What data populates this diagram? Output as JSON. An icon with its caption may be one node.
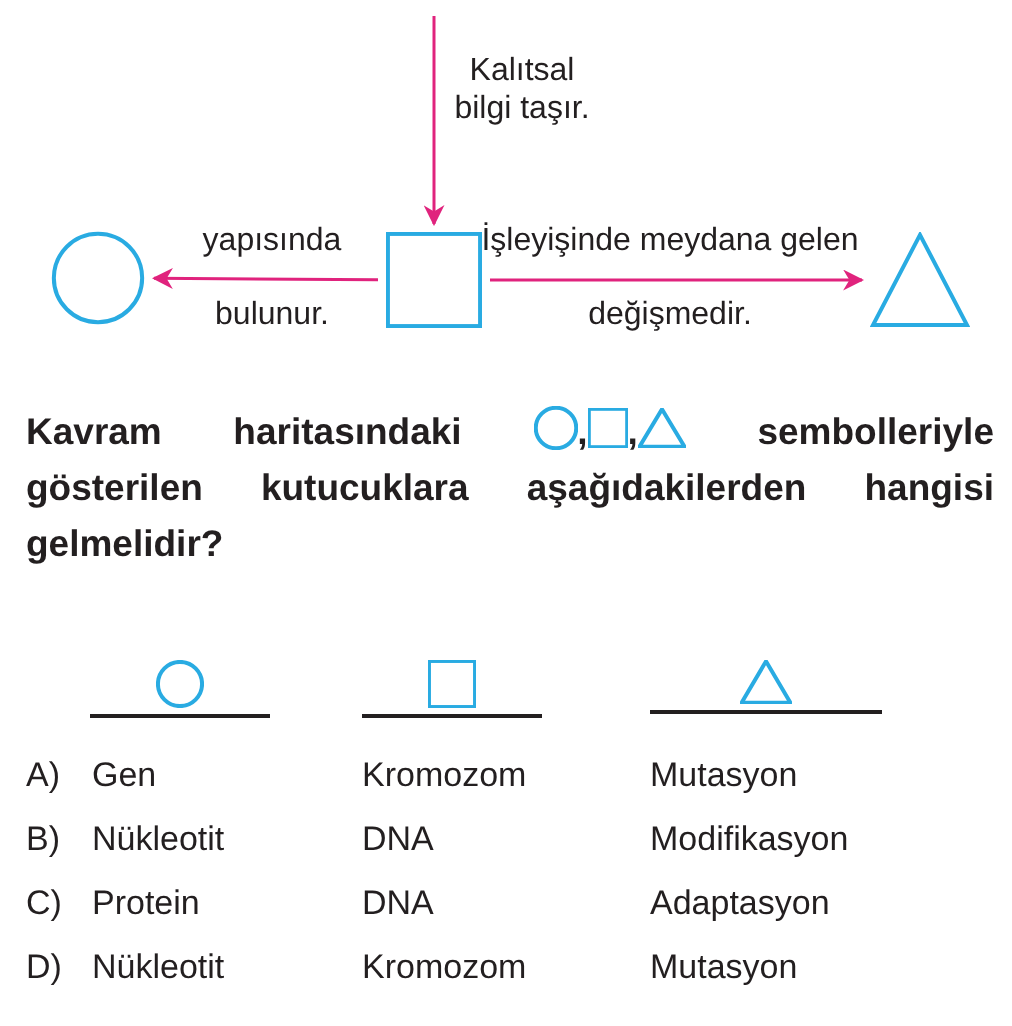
{
  "diagram": {
    "nodes": [
      {
        "text": [],
        "shape": "circle"
      },
      {
        "text": [],
        "shape": "box"
      },
      {
        "text": [],
        "shape": "triangle"
      }
    ],
    "edges": [
      {
        "from": null,
        "to": 1,
        "arrow": "to",
        "label": "Kalıtsal bilgi taşır."
      },
      {
        "from": 1,
        "to": 0,
        "arrow": "to",
        "label": "yapısında bulunur."
      },
      {
        "from": 1,
        "to": 2,
        "arrow": "to",
        "label": "İşleyişinde meydana gelen değişmedir."
      }
    ],
    "labels": [
      "Kavram haritasındaki",
      ",",
      ",",
      "sembolleriyle gösterilen kutucuklara aşağıdakilerden hangisi gelmelidir?",
      "A)",
      "Gen",
      "Kromozom",
      "Mutasyon",
      "B)",
      "Nükleotit",
      "DNA",
      "Modifikasyon",
      "C)",
      "Protein",
      "DNA",
      "Adaptasyon",
      "D)",
      "Nükleotit",
      "Kromozom",
      "Mutasyon"
    ]
  }
}
